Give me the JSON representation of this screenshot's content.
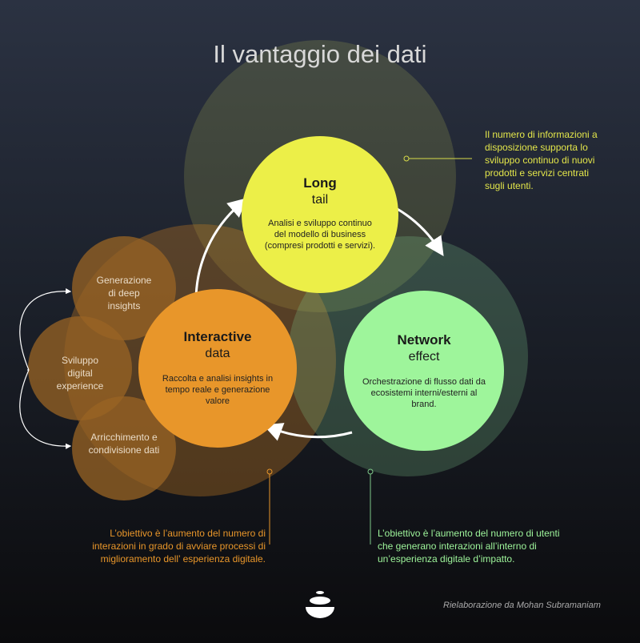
{
  "title": "Il vantaggio dei dati",
  "circles": {
    "long_tail": {
      "head": "Long",
      "sub": "tail",
      "desc": "Analisi e sviluppo continuo del modello di business (compresi prodotti e servizi)."
    },
    "interactive": {
      "head": "Interactive",
      "sub": "data",
      "desc": "Raccolta e analisi insights in tempo reale e generazione valore"
    },
    "network": {
      "head": "Network",
      "sub": "effect",
      "desc": "Orchestrazione di flusso dati da ecosistemi interni/esterni al brand."
    }
  },
  "side_circles": [
    "Generazione di deep insights",
    "Sviluppo digital experience",
    "Arricchimento e condivisione dati"
  ],
  "notes": {
    "top_right": "Il numero di informazioni a disposizione supporta lo sviluppo continuo di nuovi prodotti e servizi centrati sugli utenti.",
    "bottom_left": "L’obiettivo è l’aumento del numero di interazioni in grado di avviare processi di miglioramento dell’ esperienza digitale.",
    "bottom_right": "L’obiettivo è l’aumento del numero di utenti che generano interazioni all’interno di un’esperienza digitale d’impatto."
  },
  "credit": "Rielaborazione da Mohan Subramaniam",
  "colors": {
    "yellow": "#ecef48",
    "orange": "#e8962a",
    "green": "#9ef59b",
    "side": "#8a5a22"
  }
}
